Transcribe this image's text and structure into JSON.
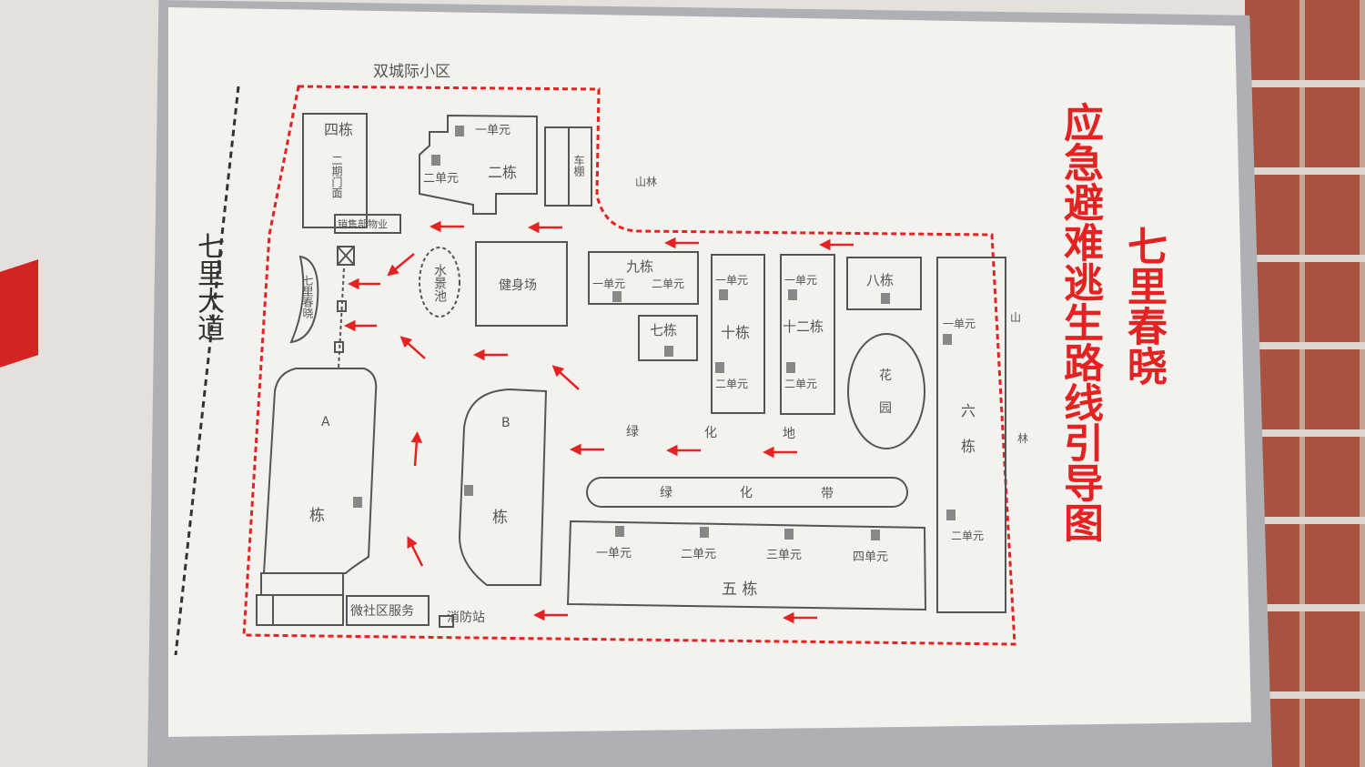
{
  "header": {
    "title_text": "应急避难逃生路线引导图",
    "name_text": "七里春晓"
  },
  "roads": {
    "west": "七里大道",
    "north": "双城际小区",
    "east_forest_1": "山",
    "east_forest_2": "林",
    "north_forest": "山林"
  },
  "buildings": {
    "bldg4_name": "四栋",
    "bldg4_sub": "二期门面",
    "sales": "销售部物业",
    "carport": "车棚",
    "bldg2_name": "二栋",
    "bldg2_u1": "一单元",
    "bldg2_u2": "二单元",
    "gate": "七里春晓",
    "pool": "水景池",
    "gym": "健身场",
    "bldg9_name": "九栋",
    "bldg9_u1": "一单元",
    "bldg9_u2": "二单元",
    "bldg7_name": "七栋",
    "bldg10_name": "十栋",
    "bldg10_u1": "一单元",
    "bldg10_u2": "二单元",
    "bldg12_name": "十二栋",
    "bldg12_u1": "一单元",
    "bldg12_u2": "二单元",
    "bldg8_name": "八栋",
    "garden_1": "花",
    "garden_2": "园",
    "bldg6_1": "六",
    "bldg6_2": "栋",
    "bldg6_u1": "一单元",
    "bldg6_u2": "二单元",
    "bldgA_1": "A",
    "bldgA_2": "栋",
    "bldgB_1": "B",
    "bldgB_2": "栋",
    "green_1": "绿",
    "green_2": "化",
    "green_3": "地",
    "belt_1": "绿",
    "belt_2": "化",
    "belt_3": "带",
    "bldg5_name": "五  栋",
    "bldg5_u1": "一单元",
    "bldg5_u2": "二单元",
    "bldg5_u3": "三单元",
    "bldg5_u4": "四单元",
    "community": "微社区服务",
    "fire": "消防站"
  },
  "colors": {
    "route": "#e52222",
    "outline": "#555555",
    "board": "#f3f2ef"
  }
}
